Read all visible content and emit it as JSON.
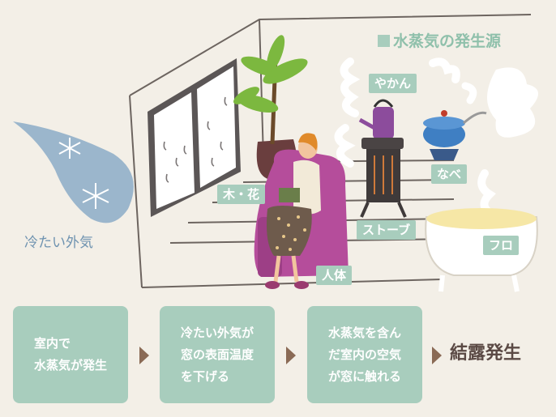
{
  "source_title": "水蒸気の発生源",
  "cold_air_label": "冷たい外気",
  "tags": {
    "kettle": "やかん",
    "pot": "なべ",
    "plant": "木・花",
    "stove": "ストーブ",
    "bath": "フロ",
    "person": "人体"
  },
  "steps": [
    "室内で\n水蒸気が発生",
    "冷たい外気が\n窓の表面温度\nを下げる",
    "水蒸気を含ん\nだ室内の空気\nが窓に触れる"
  ],
  "result": "結露発生",
  "colors": {
    "background": "#f3efe7",
    "tag_green": "#a8cdbd",
    "cold_blue": "#9bb6cc",
    "armchair_magenta": "#b54d9b",
    "arrow_brown": "#8a6a55"
  }
}
